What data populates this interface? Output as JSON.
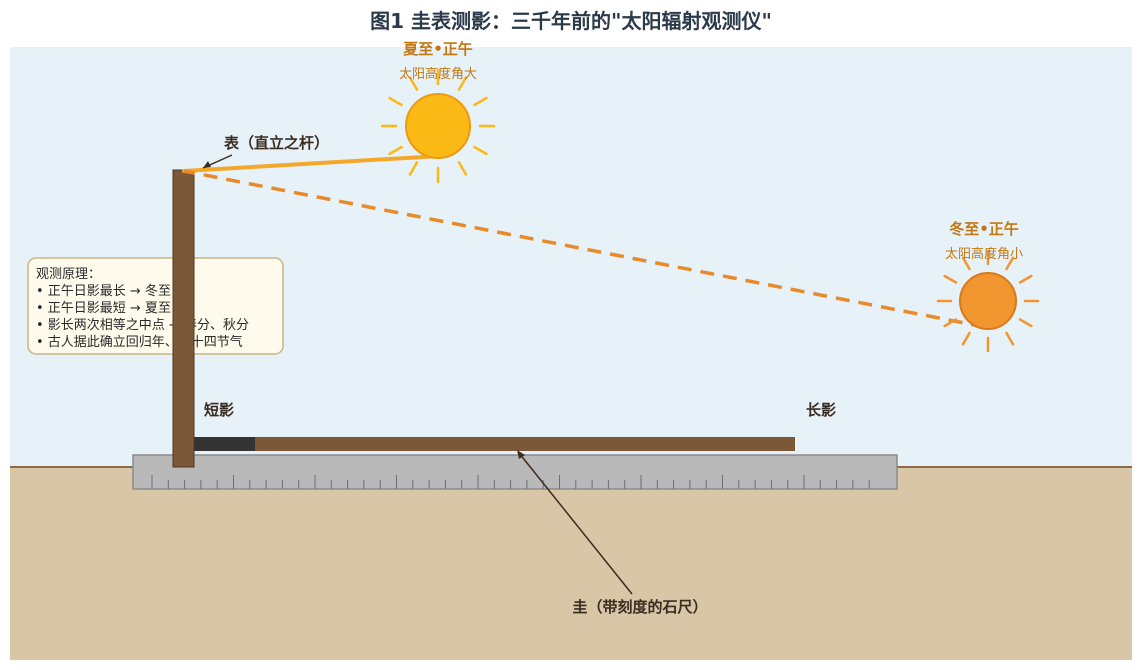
{
  "title": "图1  圭表测影：三千年前的\"太阳辐射观测仪\"",
  "labels": {
    "gnomon": "表（直立之杆）",
    "ruler": "圭（带刻度的石尺）",
    "short_shadow": "短影",
    "long_shadow": "长影"
  },
  "summer_sun": {
    "title": "夏至•正午",
    "subtitle": "太阳高度角大"
  },
  "winter_sun": {
    "title": "冬至•正午",
    "subtitle": "太阳高度角小"
  },
  "principle": {
    "heading": "观测原理：",
    "lines": [
      "• 正午日影最长 → 冬至",
      "• 正午日影最短 → 夏至",
      "• 影长两次相等之中点 → 春分、秋分",
      "• 古人据此确立回归年、二十四节气"
    ]
  },
  "colors": {
    "sky": "#e7f1f8",
    "ground": "#d8c6a6",
    "ground_line": "#8a6a48",
    "gnomon": "#7a5838",
    "ruler": "#b9b9b9",
    "long_shadow": "#7a5838",
    "short_shadow": "#333333",
    "summer_sun": "#fbb915",
    "winter_sun": "#f1952f",
    "summer_ray": "#f4a82a",
    "winter_ray": "#e8892a",
    "note_bg": "#fefbec",
    "note_border": "#c9b58a"
  }
}
